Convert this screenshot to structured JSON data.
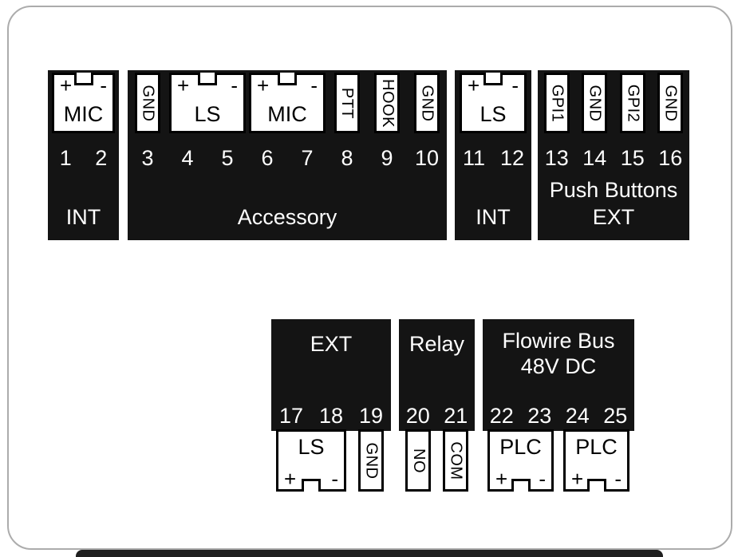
{
  "card": {
    "bg": "#ffffff",
    "border_color": "#acacac",
    "block_color": "#141414"
  },
  "top_row": {
    "groups": [
      {
        "label": "INT",
        "pins": [
          "1",
          "2"
        ],
        "boxes": [
          {
            "kind": "polarized",
            "label": "MIC",
            "plus": "+",
            "minus": "-"
          }
        ]
      },
      {
        "label": "Accessory",
        "pins": [
          "3",
          "4",
          "5",
          "6",
          "7",
          "8",
          "9",
          "10"
        ],
        "boxes": [
          {
            "kind": "vertical",
            "label": "GND"
          },
          {
            "kind": "polarized",
            "label": "LS",
            "plus": "+",
            "minus": "-"
          },
          {
            "kind": "polarized",
            "label": "MIC",
            "plus": "+",
            "minus": "-"
          },
          {
            "kind": "vertical",
            "label": "PTT"
          },
          {
            "kind": "vertical",
            "label": "HOOK"
          },
          {
            "kind": "vertical",
            "label": "GND"
          }
        ]
      },
      {
        "label": "INT",
        "pins": [
          "11",
          "12"
        ],
        "boxes": [
          {
            "kind": "polarized",
            "label": "LS",
            "plus": "+",
            "minus": "-"
          }
        ]
      },
      {
        "label_line1": "Push Buttons",
        "label_line2": "EXT",
        "pins": [
          "13",
          "14",
          "15",
          "16"
        ],
        "boxes": [
          {
            "kind": "vertical",
            "label": "GPI1"
          },
          {
            "kind": "vertical",
            "label": "GND"
          },
          {
            "kind": "vertical",
            "label": "GPI2"
          },
          {
            "kind": "vertical",
            "label": "GND"
          }
        ]
      }
    ]
  },
  "bottom_row": {
    "groups": [
      {
        "label": "EXT",
        "pins": [
          "17",
          "18",
          "19"
        ],
        "boxes": [
          {
            "kind": "polarized",
            "label": "LS",
            "plus": "+",
            "minus": "-"
          },
          {
            "kind": "vertical",
            "label": "GND"
          }
        ]
      },
      {
        "label": "Relay",
        "pins": [
          "20",
          "21"
        ],
        "boxes": [
          {
            "kind": "vertical",
            "label": "NO"
          },
          {
            "kind": "vertical",
            "label": "COM"
          }
        ]
      },
      {
        "label_line1": "Flowire Bus",
        "label_line2": "48V DC",
        "pins": [
          "22",
          "23",
          "24",
          "25"
        ],
        "boxes": [
          {
            "kind": "polarized",
            "label": "PLC",
            "plus": "+",
            "minus": "-"
          },
          {
            "kind": "polarized",
            "label": "PLC",
            "plus": "+",
            "minus": "-"
          }
        ]
      }
    ]
  }
}
